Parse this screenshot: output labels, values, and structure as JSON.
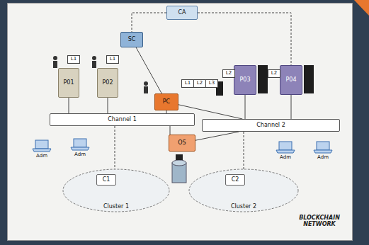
{
  "diagram": {
    "nodes": [
      {
        "text": [
          "CA"
        ]
      },
      {
        "text": [
          "SC"
        ]
      },
      {
        "text": [
          "P01"
        ]
      },
      {
        "text": [
          "P02"
        ]
      },
      {
        "text": [
          "PC"
        ]
      },
      {
        "text": [
          "P03"
        ]
      },
      {
        "text": [
          "P04"
        ]
      },
      {
        "text": [
          "Channel 1"
        ]
      },
      {
        "text": [
          "Channel 2"
        ]
      },
      {
        "text": [
          "OS"
        ]
      },
      {
        "text": [
          "Cluster 1"
        ]
      },
      {
        "text": [
          "Cluster 2"
        ]
      },
      {
        "text": [
          "C1"
        ],
        "in": 10
      },
      {
        "text": [
          "C2"
        ],
        "in": 11
      }
    ],
    "edges": [
      {
        "from": 2,
        "to": 7,
        "arrow": "none"
      },
      {
        "from": 3,
        "to": 7,
        "arrow": "none"
      },
      {
        "from": 4,
        "to": 7,
        "arrow": "none"
      },
      {
        "from": 4,
        "to": 8,
        "arrow": "none"
      },
      {
        "from": 5,
        "to": 8,
        "arrow": "none"
      },
      {
        "from": 6,
        "to": 8,
        "arrow": "none"
      },
      {
        "from": 1,
        "to": 4,
        "arrow": "none"
      },
      {
        "from": 0,
        "to": 1,
        "arrow": "none"
      },
      {
        "from": 0,
        "to": 6,
        "arrow": "none"
      },
      {
        "from": 7,
        "to": 9,
        "arrow": "none"
      },
      {
        "from": 8,
        "to": 9,
        "arrow": "none"
      },
      {
        "from": 7,
        "to": 12,
        "arrow": "none"
      },
      {
        "from": 8,
        "to": 13,
        "arrow": "none"
      }
    ],
    "labels": [
      "L1",
      "L1",
      "L1",
      "L2",
      "L3",
      "L2",
      "L2",
      "Adm",
      "Adm",
      "Adm",
      "Adm",
      "BLOCKCHAIN NETWORK"
    ]
  }
}
